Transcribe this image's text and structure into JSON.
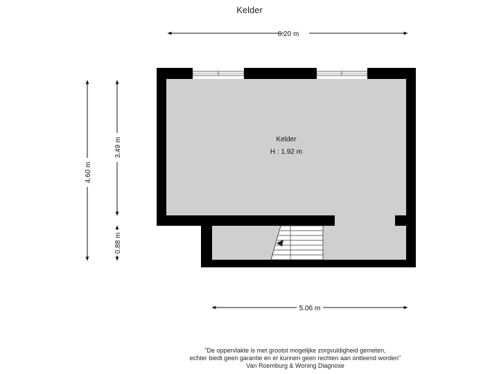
{
  "floor_title": "Kelder",
  "room": {
    "name": "Kelder",
    "height_label": "H : 1.92 m"
  },
  "dimensions": {
    "top_width": "6.20 m",
    "bottom_width": "5.06 m",
    "total_height": "4.60 m",
    "upper_height": "3.49 m",
    "lower_height": "0.88 m"
  },
  "disclaimer": {
    "line1": "\"De oppervlakte is met grootst mogelijke zorgvuldigheid gemeten,",
    "line2": "echter biedt geen garantie en er kunnen geen rechten aan ontleend worden\"",
    "line3": "Van Roemburg & Woning Diagnose"
  },
  "colors": {
    "wall": "#000000",
    "floor": "#cfcfcf",
    "window": "#ffffff"
  }
}
